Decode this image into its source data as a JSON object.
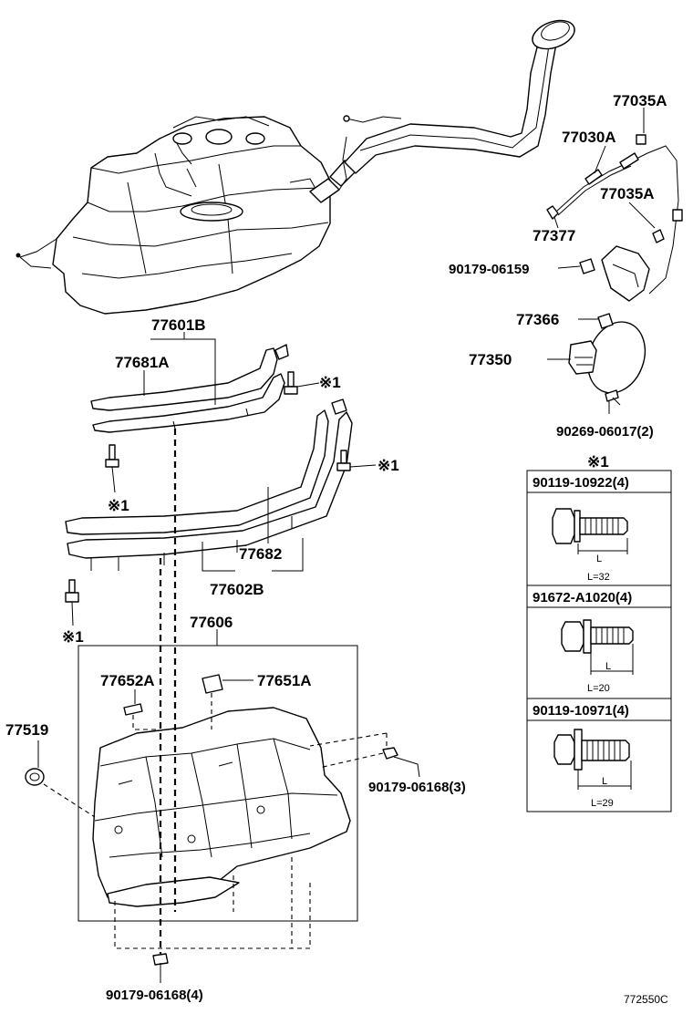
{
  "labels": {
    "p77035A_top": "77035A",
    "p77030A": "77030A",
    "p77035A_mid": "77035A",
    "p77377": "77377",
    "p90179_06159": "90179-06159",
    "p77366": "77366",
    "p77350": "77350",
    "p90269_06017": "90269-06017(2)",
    "p77601B": "77601B",
    "p77681A": "77681A",
    "p77682": "77682",
    "p77602B": "77602B",
    "p77606": "77606",
    "p77652A": "77652A",
    "p77651A": "77651A",
    "p77519": "77519",
    "p90179_06168_3": "90179-06168(3)",
    "p90179_06168_4": "90179-06168(4)",
    "note_mark_1": "※1",
    "note_mark_2": "※1",
    "note_mark_3": "※1",
    "note_mark_4": "※1",
    "note_mark_table": "※1"
  },
  "bolt_table": {
    "rows": [
      {
        "part_no": "90119-10922(4)",
        "dim_label": "L",
        "length": "L=32"
      },
      {
        "part_no": "91672-A1020(4)",
        "dim_label": "L",
        "length": "L=20"
      },
      {
        "part_no": "90119-10971(4)",
        "dim_label": "L",
        "length": "L=29"
      }
    ]
  },
  "figure_code": "772550C",
  "colors": {
    "ink": "#000000",
    "paper": "#ffffff"
  }
}
